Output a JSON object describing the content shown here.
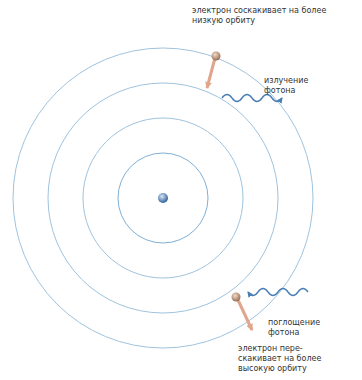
{
  "diagram": {
    "labels": [
      "электрон соскакивает на более низкую орбиту",
      "излучение фотона",
      "поглощение фотона",
      "электрон пере- скакивает на более высокую орбиту"
    ]
  }
}
